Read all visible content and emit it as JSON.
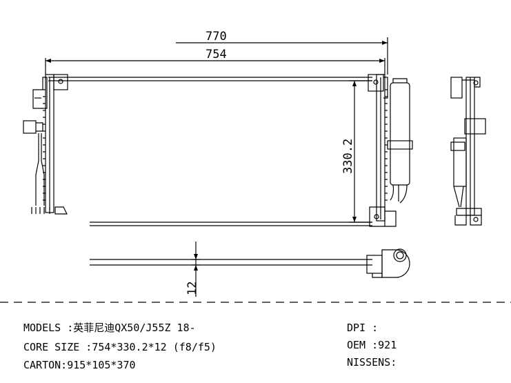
{
  "dimensions": {
    "overall_length": "770",
    "core_length": "754",
    "core_height": "330.2",
    "thickness": "12"
  },
  "specs_left": [
    "MODELS :英菲尼迪QX50/J55Z 18-",
    "CORE SIZE :754*330.2*12 (f8/f5)",
    "CARTON:915*105*370"
  ],
  "specs_right": [
    "DPI :",
    "OEM :921",
    "NISSENS:"
  ],
  "colors": {
    "line": "#000000",
    "background": "#ffffff"
  }
}
